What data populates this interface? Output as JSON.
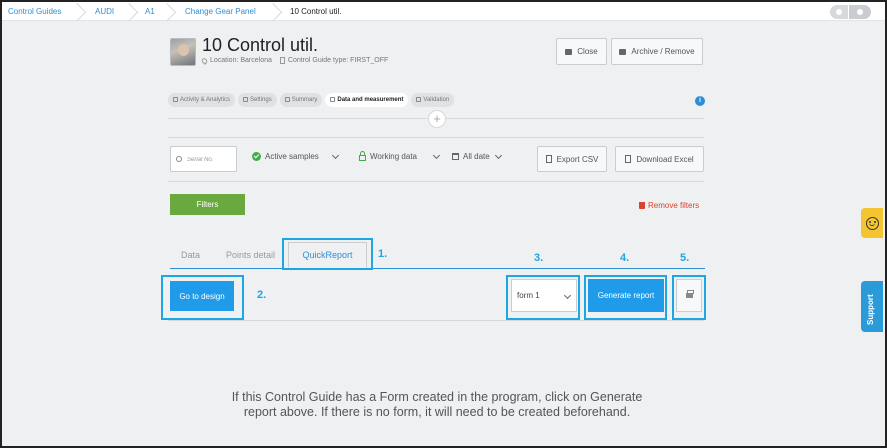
{
  "breadcrumb": [
    "Control Guides",
    "AUDI",
    "A1",
    "Change Gear Panel",
    "10 Control util."
  ],
  "header": {
    "title": "10 Control util.",
    "location": "Location: Barcelona",
    "guide_type": "Control Guide type: FIRST_OFF",
    "close_label": "Close",
    "archive_label": "Archive / Remove"
  },
  "steps": [
    "Activity & Analytics",
    "Settings",
    "Summary",
    "Data and measurement",
    "Validation"
  ],
  "active_step": "Data and measurement",
  "toolbar": {
    "search_placeholder": "Serial No.",
    "active_samples": "Active samples",
    "working_data": "Working data",
    "all_date": "All date",
    "export_csv": "Export CSV",
    "download_excel": "Download Excel"
  },
  "filters": {
    "filters_label": "Filters",
    "remove_filters": "Remove filters"
  },
  "tabs": [
    "Data",
    "Points detail",
    "QuickReport"
  ],
  "active_tab": "QuickReport",
  "report": {
    "go_to_design": "Go to design",
    "form_value": "form 1",
    "generate_report": "Generate report"
  },
  "annotations": [
    "1.",
    "2.",
    "3.",
    "4.",
    "5."
  ],
  "message": "If this Control Guide has a Form created in the program, click on Generate report above. If there is no form, it will need to be created beforehand.",
  "support_label": "Support",
  "colors": {
    "accent_blue": "#1f9bea",
    "annotation_blue": "#1ba7e3",
    "filters_green": "#6aa93f",
    "remove_red": "#d9442e",
    "smile_yellow": "#f4c531"
  }
}
